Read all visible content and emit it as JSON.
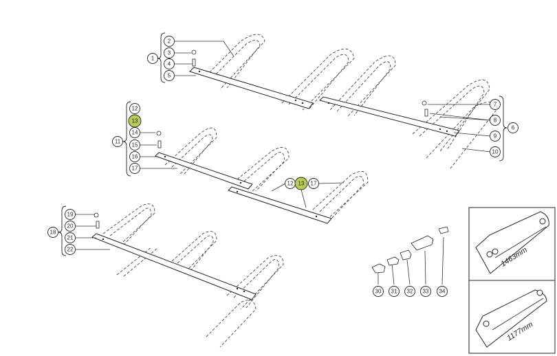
{
  "callouts": {
    "c1": "1",
    "c2": "2",
    "c3": "3",
    "c4": "4",
    "c5": "5",
    "c6": "6",
    "c7": "7",
    "c8": "8",
    "c9": "9",
    "c10": "10",
    "c11": "11",
    "c12": "12",
    "c13": "13",
    "c14": "14",
    "c15": "15",
    "c16": "16",
    "c17": "17",
    "c12b": "12",
    "c13b": "13",
    "c17b": "17",
    "c18": "18",
    "c19": "19",
    "c20": "20",
    "c21": "21",
    "c22": "22",
    "c30": "30",
    "c31": "31",
    "c32": "32",
    "c33": "33",
    "c34": "34"
  },
  "highlight_color": "#b9cc5a",
  "inset": {
    "top_dimension": "1463mm",
    "bottom_dimension": "1177mm"
  }
}
